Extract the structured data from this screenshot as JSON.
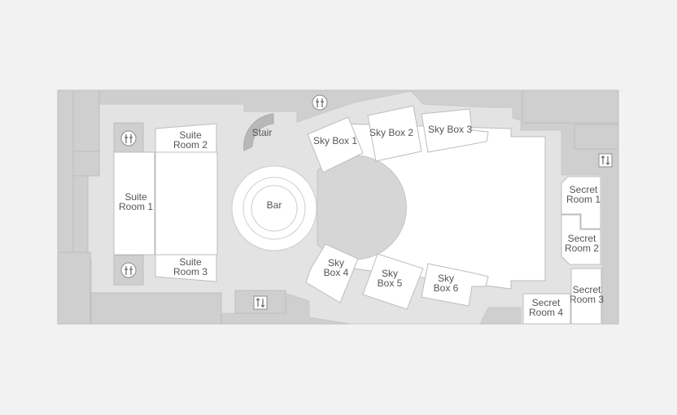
{
  "rooms": {
    "suite_room_1": "Suite\nRoom 1",
    "suite_room_2": "Suite\nRoom 2",
    "suite_room_3": "Suite\nRoom 3",
    "sky_box_1": "Sky Box 1",
    "sky_box_2": "Sky Box 2",
    "sky_box_3": "Sky Box 3",
    "sky_box_4": "Sky\nBox 4",
    "sky_box_5": "Sky\nBox 5",
    "sky_box_6": "Sky\nBox 6",
    "secret_room_1": "Secret\nRoom 1",
    "secret_room_2": "Secret\nRoom 2",
    "secret_room_3": "Secret\nRoom 3",
    "secret_room_4": "Secret\nRoom 4"
  },
  "features": {
    "bar": "Bar",
    "stair": "Stair"
  },
  "icons": {
    "restroom": "restroom-icon",
    "elevator": "elevator-icon"
  },
  "colors": {
    "background": "#f2f2f2",
    "wall": "#cfcfcf",
    "floor": "#e3e3e3",
    "room": "#ffffff",
    "label": "#555555"
  }
}
